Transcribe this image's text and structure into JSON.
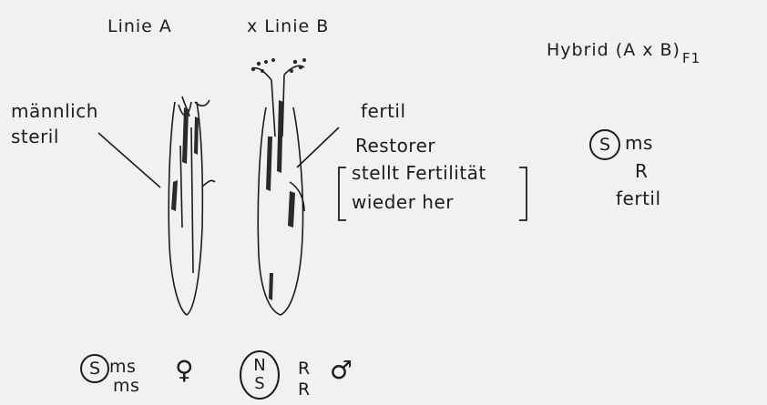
{
  "header": {
    "line_a": "Linie A",
    "cross_line_b": "x Linie B",
    "hybrid": "Hybrid (A x B)",
    "hybrid_sub": "F1"
  },
  "left_plant": {
    "label_line1": "männlich",
    "label_line2": "steril"
  },
  "right_plant": {
    "label_fertil": "fertil",
    "label_restorer": "Restorer",
    "bracket_line1": "stellt Fertilität",
    "bracket_line2": "wieder her"
  },
  "hybrid_genotype": {
    "cytoplasm": "S",
    "gene1": "ms",
    "gene2": "R",
    "phenotype": "fertil"
  },
  "genotype_a": {
    "cytoplasm": "S",
    "allele_top": "ms",
    "allele_bottom": "ms",
    "sex_symbol": "♀"
  },
  "genotype_b": {
    "cytoplasm_top": "N",
    "cytoplasm_bottom": "S",
    "allele_top": "R",
    "allele_bottom": "R",
    "sex_symbol": "♂"
  }
}
